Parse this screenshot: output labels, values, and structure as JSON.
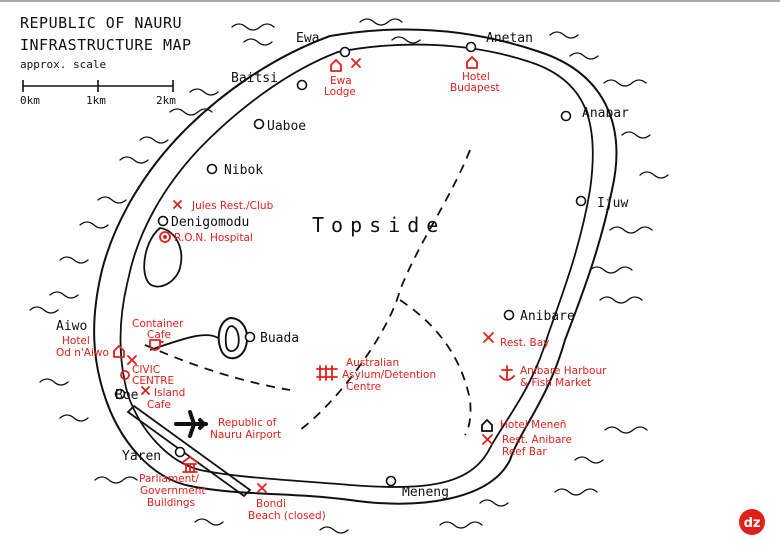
{
  "title_line1": "REPUBLIC OF NAURU",
  "title_line2": "INFRASTRUCTURE MAP",
  "scale": {
    "label": "approx. scale",
    "ticks": [
      "0km",
      "1km",
      "2km"
    ]
  },
  "topside": "Topside",
  "places": {
    "ewa": "Ewa",
    "anetan": "Anetan",
    "baitsi": "Baitsi",
    "uaboe": "Uaboe",
    "anabar": "Anabar",
    "nibok": "Nibok",
    "ijuw": "Ijuw",
    "denigomodu": "Denigomodu",
    "aiwo": "Aiwo",
    "buada": "Buada",
    "anibare": "Anibare",
    "boe": "Boe",
    "yaren": "Yaren",
    "meneng": "Meneng"
  },
  "poi": {
    "ewa_lodge": [
      "Ewa",
      "Lodge"
    ],
    "hotel_budapest": [
      "Hotel",
      "Budapest"
    ],
    "jules": "Jules Rest./Club",
    "hospital": "R.O.N. Hospital",
    "container_cafe": [
      "Container",
      "Cafe"
    ],
    "hotel_od": [
      "Hotel",
      "Od n'Aiwo"
    ],
    "civic_centre": [
      "CIVIC",
      "CENTRE"
    ],
    "island_cafe": [
      "Island",
      "Cafe"
    ],
    "asylum": [
      "Australian",
      "Asylum/Detention",
      "Centre"
    ],
    "airport": [
      "Republic of",
      "Nauru Airport"
    ],
    "rest_bay": "Rest. Bay",
    "harbour": [
      "Anibare Harbour",
      "& Fish Market"
    ],
    "hotel_menen": "Hotel Meneñ",
    "rest_anibare": [
      "Rest. Anibare",
      "Reef Bar"
    ],
    "parliament": [
      "Parliament/",
      "Government",
      "Buildings"
    ],
    "bondi": [
      "Bondi",
      "Beach (closed)"
    ]
  },
  "badge": "dz",
  "colors": {
    "accent": "#e0201a",
    "ink": "#111111",
    "paper": "#ffffff"
  }
}
